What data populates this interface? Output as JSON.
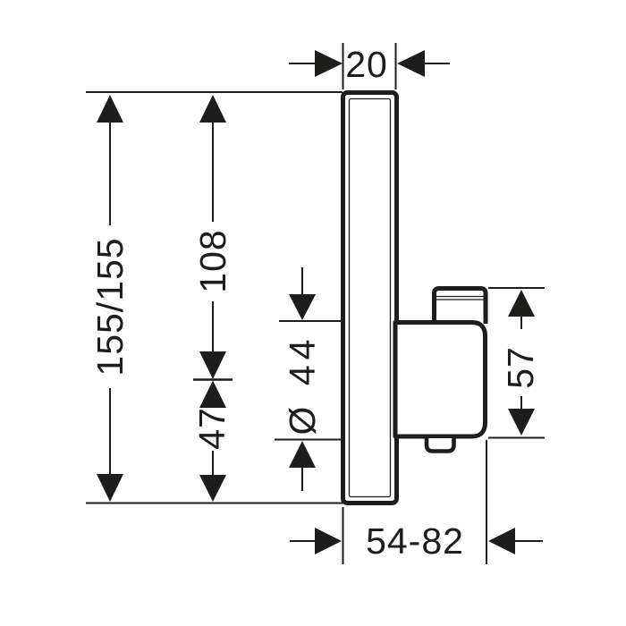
{
  "drawing": {
    "type": "technical-dimension-drawing",
    "subject": "thermostatic-mixer-side-view",
    "background_color": "#ffffff",
    "line_color": "#1d1d1b",
    "labels": {
      "plate_thickness": "20",
      "plate_size": "155/155",
      "center_to_top": "108",
      "handle_diameter": "Ø 44",
      "center_to_bottom": "47",
      "handle_height": "57",
      "installation_depth": "54-82"
    }
  }
}
